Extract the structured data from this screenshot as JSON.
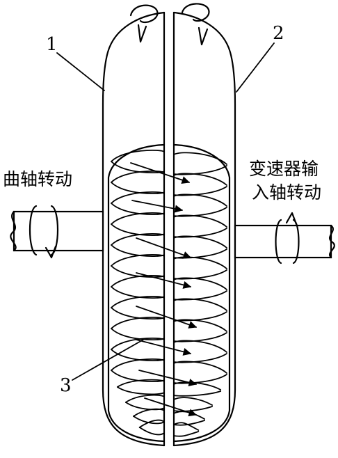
{
  "labels": {
    "part1": "1",
    "part2": "2",
    "part3": "3",
    "input_shaft": "曲轴转动",
    "output_shaft_line1": "变速器输",
    "output_shaft_line2": "入轴转动"
  },
  "colors": {
    "ink": "#000000",
    "paper": "#ffffff"
  }
}
